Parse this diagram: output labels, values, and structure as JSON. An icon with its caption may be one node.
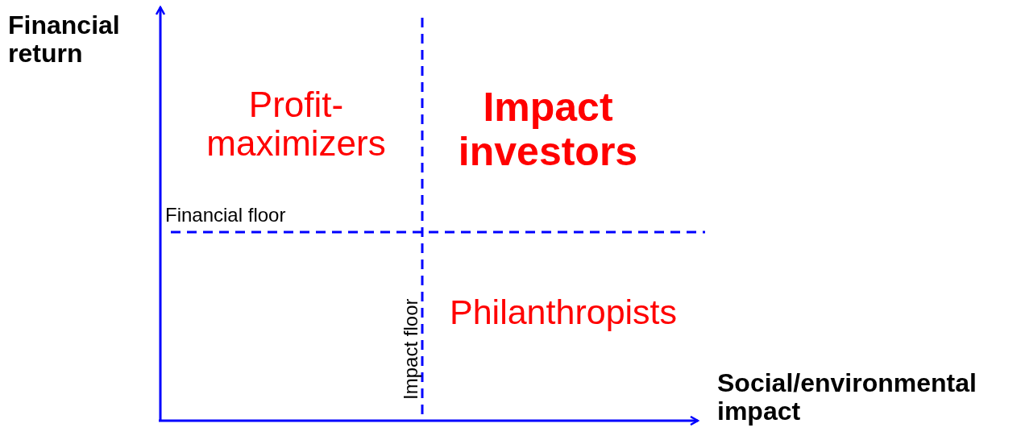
{
  "diagram": {
    "labels": [
      "Financial return",
      "Profit-maximizers",
      "Impact investors",
      "Financial floor",
      "Impact floor",
      "Philanthropists",
      "Social/environmental impact"
    ]
  }
}
